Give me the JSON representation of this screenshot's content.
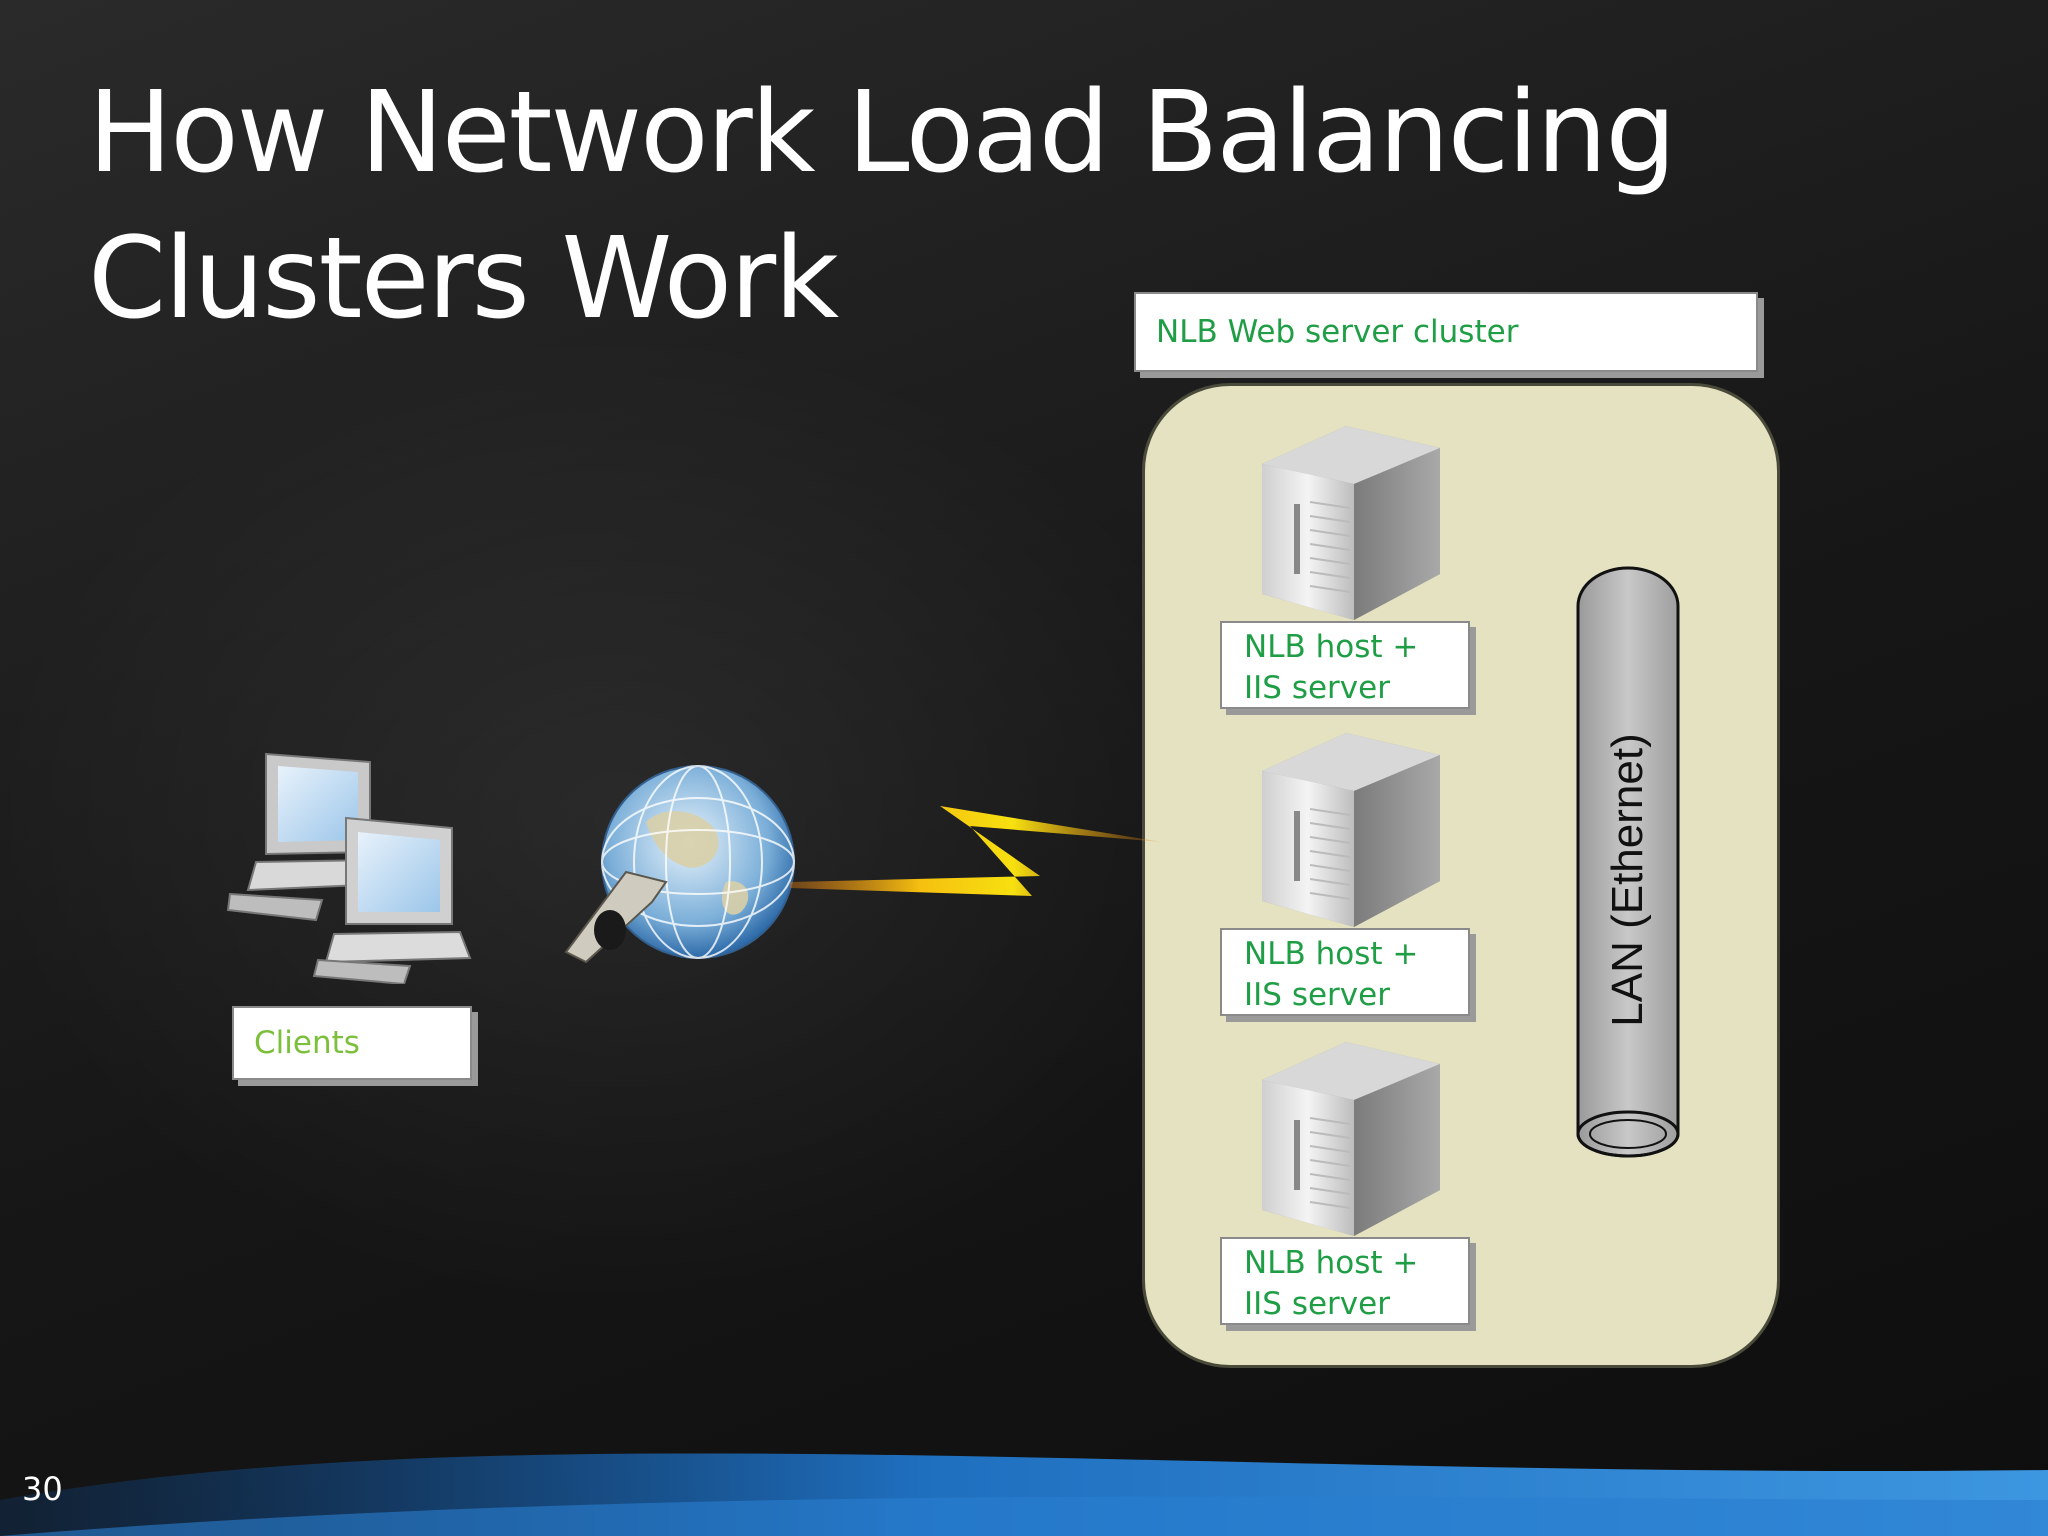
{
  "slide": {
    "title_line1": "How Network Load Balancing",
    "title_line2": "Clusters Work",
    "number": "30"
  },
  "diagram": {
    "cluster_label": "NLB Web server cluster",
    "clients_label": "Clients",
    "lan_label": "LAN (Ethernet)",
    "hosts": [
      {
        "line1": "NLB host +",
        "line2": "IIS server"
      },
      {
        "line1": "NLB host +",
        "line2": "IIS server"
      },
      {
        "line1": "NLB host +",
        "line2": "IIS server"
      }
    ]
  },
  "colors": {
    "label_text": "#1f9e46",
    "clients_text": "#7cbf3a",
    "cluster_fill": "#e4e2c0",
    "bottom_wave": "#2a7fd0"
  }
}
